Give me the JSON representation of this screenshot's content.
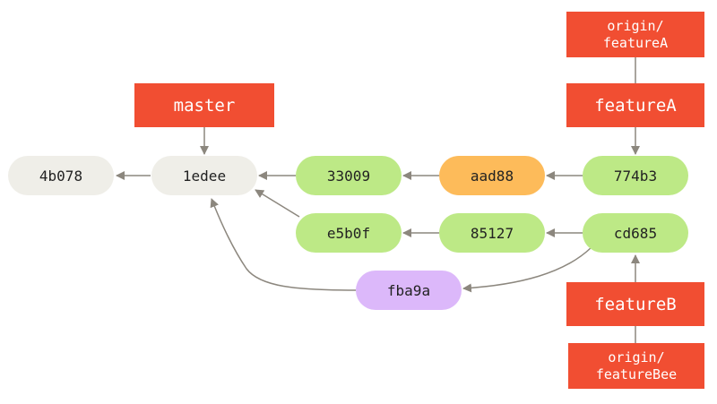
{
  "commits": {
    "c4b078": "4b078",
    "c1edee": "1edee",
    "c33009": "33009",
    "caad88": "aad88",
    "c774b3": "774b3",
    "ce5b0f": "e5b0f",
    "c85127": "85127",
    "ccd685": "cd685",
    "cfba9a": "fba9a"
  },
  "refs": {
    "master": "master",
    "featureA": "featureA",
    "featureB": "featureB",
    "origin_featureA": [
      "origin/",
      "featureA"
    ],
    "origin_featureBee": [
      "origin/",
      "featureBee"
    ]
  },
  "colors": {
    "branch_label": "#f14e32",
    "commit_gray": "#efeee8",
    "commit_green": "#bde986",
    "commit_orange": "#fdbb5a",
    "commit_purple": "#dcb8fa",
    "arrow": "#8c877e"
  }
}
